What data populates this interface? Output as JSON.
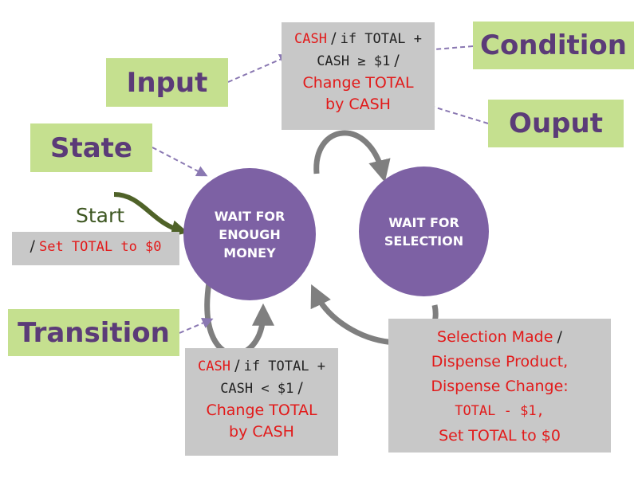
{
  "labels": {
    "input": "Input",
    "state": "State",
    "transition": "Transition",
    "condition": "Condition",
    "output": "Ouput",
    "start": "Start"
  },
  "states": {
    "wait_money": [
      "WAIT FOR",
      "ENOUGH",
      "MONEY"
    ],
    "wait_selection": [
      "WAIT FOR",
      "SELECTION"
    ]
  },
  "initial_action": {
    "slash": "/",
    "action": "Set TOTAL to $0"
  },
  "top_transition": {
    "input": "CASH",
    "slash1": "/",
    "condition_1": "if TOTAL +",
    "condition_2": "CASH ≥ $1",
    "slash2": "/",
    "output_1": "Change TOTAL",
    "output_2": "by CASH"
  },
  "bottom_transition": {
    "input": "CASH",
    "slash1": "/",
    "condition_1": "if TOTAL +",
    "condition_2": "CASH < $1",
    "slash2": "/",
    "output_1": "Change TOTAL",
    "output_2": "by CASH"
  },
  "selection_transition": {
    "input": "Selection Made",
    "slash": "/",
    "output_1": "Dispense Product,",
    "output_2": "Dispense Change:",
    "output_3": "TOTAL - $1,",
    "output_4": "Set TOTAL to $0"
  },
  "colors": {
    "state_fill": "#7d61a4",
    "label_bg": "#c5e08f",
    "label_text": "#5b3b78",
    "box_bg": "#c8c8c8",
    "output_text": "#e21a1a",
    "arrow": "#7f7f7f",
    "start_arrow": "#4f6228",
    "callout_arrow": "#8a78b2"
  }
}
